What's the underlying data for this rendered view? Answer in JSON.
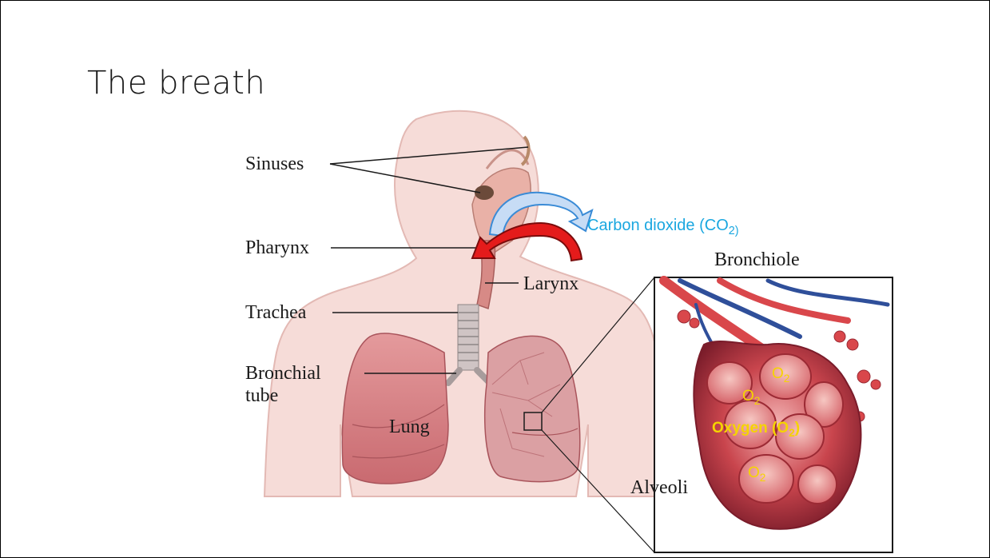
{
  "slide": {
    "title": "The breath"
  },
  "labels": {
    "sinuses": "Sinuses",
    "pharynx": "Pharynx",
    "trachea": "Trachea",
    "bronchial_tube_line1": "Bronchial",
    "bronchial_tube_line2": "tube",
    "larynx": "Larynx",
    "lung": "Lung",
    "bronchiole": "Bronchiole",
    "alveoli": "Alveoli"
  },
  "gas": {
    "carbon_dioxide_text": "Carbon dioxide (CO",
    "carbon_dioxide_sub": "2)",
    "oxygen_text": "Oxygen (O",
    "oxygen_sub": "2",
    "oxygen_close": ")",
    "o2_symbol": "O",
    "o2_sub": "2"
  },
  "colors": {
    "co2_text": "#1aa7e0",
    "o2_text": "#f5d400",
    "exhale_arrow": "#c7dcf5",
    "inhale_arrow": "#e41b1b",
    "skin": "#f6dcd8",
    "lung": "#d9868a"
  }
}
